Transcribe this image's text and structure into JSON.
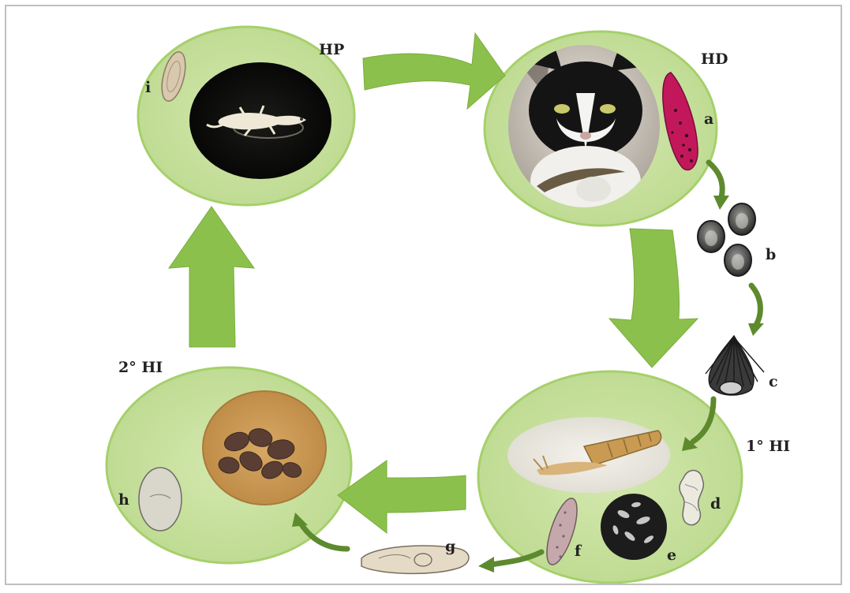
{
  "host_labels": {
    "hp": "HP",
    "hd": "HD",
    "first_hi": "1° HI",
    "second_hi": "2° HI"
  },
  "stage_labels": {
    "a": "a",
    "b": "b",
    "c": "c",
    "d": "d",
    "e": "e",
    "f": "f",
    "g": "g",
    "h": "h",
    "i": "i"
  },
  "icons": {
    "paratenic_host": "gecko-photo",
    "definitive_host": "cat-with-lizard-photo",
    "first_intermediate_host": "snail-photo",
    "second_intermediate_host": "feces-in-dish-photo",
    "adult_fluke": "pink-adult-fluke",
    "eggs": "embryonated-eggs",
    "miracidium": "miracidium",
    "sporocyst": "sporocyst",
    "redia": "redia",
    "cercaria": "cercaria",
    "metacercaria": "metacercaria"
  },
  "colors": {
    "host_ellipse": "#c5df9b",
    "host_ellipse_border": "#9ccc5e",
    "cycle_arrow": "#8cc04d",
    "stage_arrow": "#5e8a2e",
    "label_text": "#222222"
  }
}
